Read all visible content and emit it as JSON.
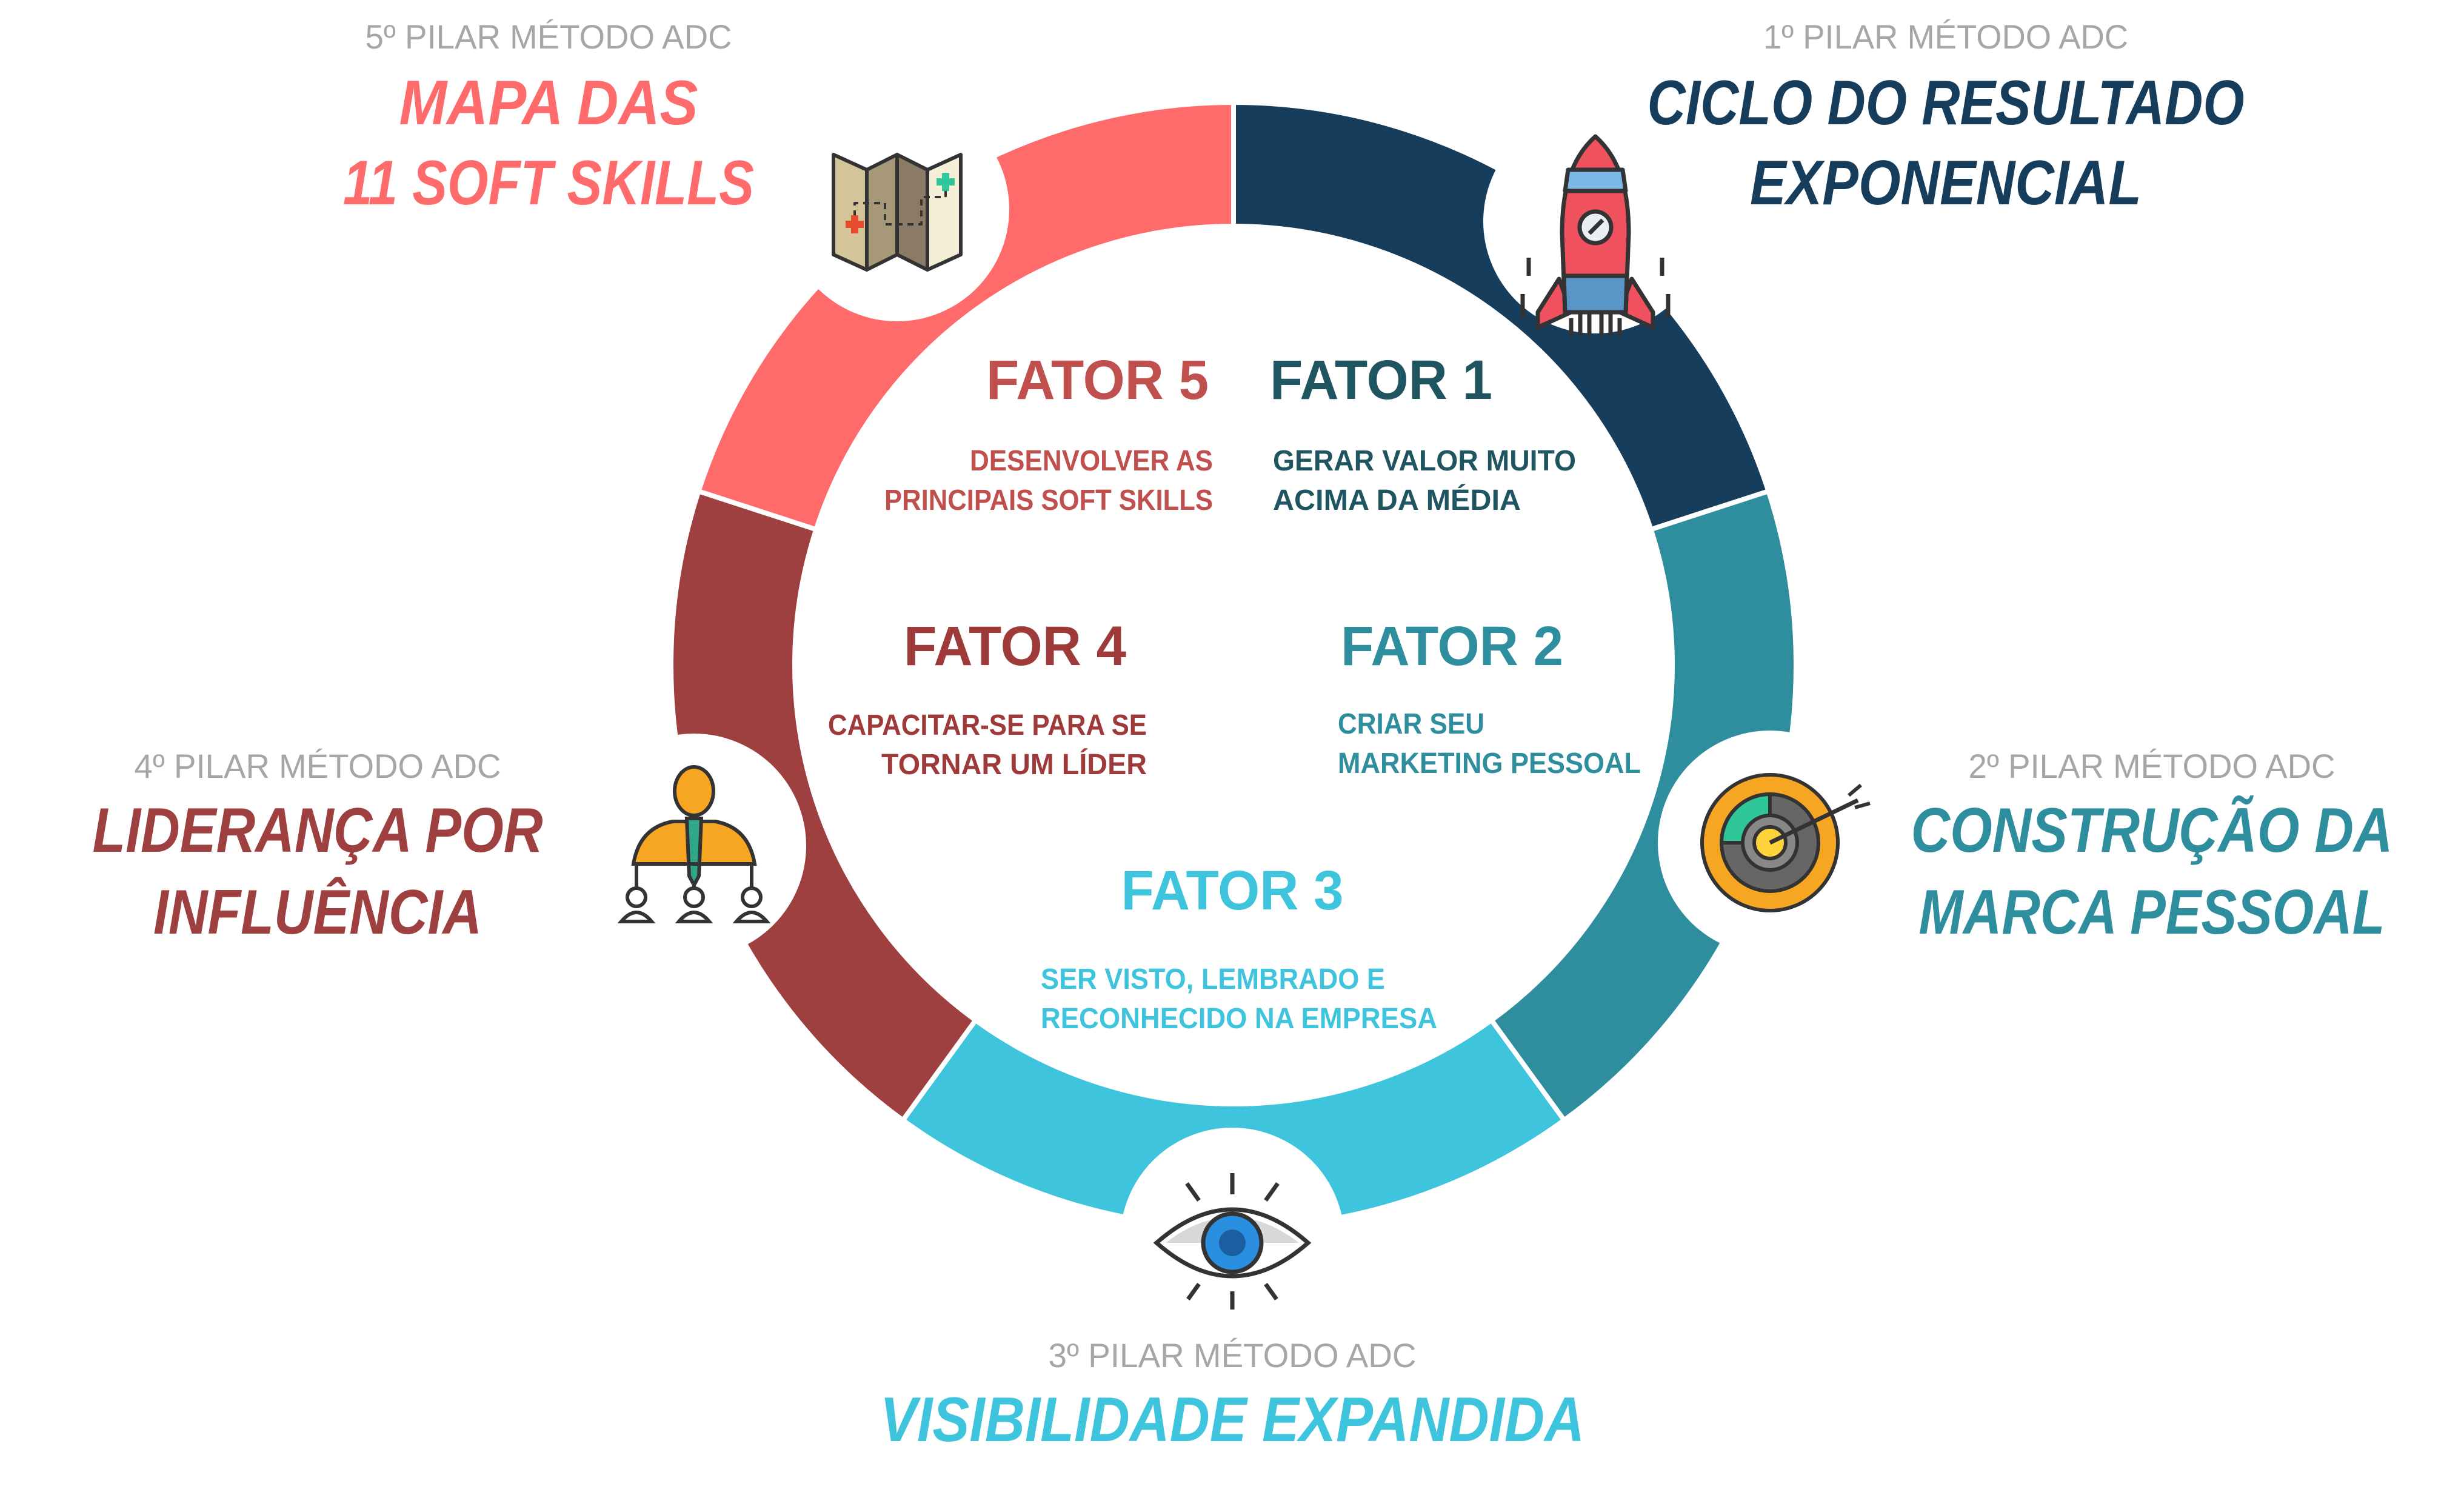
{
  "colors": {
    "pilar1": "#173d5c",
    "pilar2": "#2e8e9e",
    "pilar3": "#3ec4dc",
    "pilar4": "#9e4040",
    "pilar5": "#ff6b6b",
    "label_gray": "#a6a6a6"
  },
  "pillars": [
    {
      "label": "1º PILAR MÉTODO ADC",
      "title_lines": [
        "CICLO DO RESULTADO",
        "EXPONENCIAL"
      ],
      "icon": "rocket-icon"
    },
    {
      "label": "2º PILAR MÉTODO ADC",
      "title_lines": [
        "CONSTRUÇÃO DA",
        "MARCA PESSOAL"
      ],
      "icon": "target-icon"
    },
    {
      "label": "3º PILAR MÉTODO ADC",
      "title_lines": [
        "VISIBILIDADE EXPANDIDA"
      ],
      "icon": "eye-icon"
    },
    {
      "label": "4º PILAR MÉTODO ADC",
      "title_lines": [
        "LIDERANÇA POR",
        "INFLUÊNCIA"
      ],
      "icon": "leader-icon"
    },
    {
      "label": "5º PILAR MÉTODO ADC",
      "title_lines": [
        "MAPA DAS",
        "11 SOFT SKILLS"
      ],
      "icon": "map-icon"
    }
  ],
  "factors": [
    {
      "title": "FATOR 1",
      "desc_lines": [
        "GERAR VALOR MUITO",
        "ACIMA DA MÉDIA"
      ]
    },
    {
      "title": "FATOR 2",
      "desc_lines": [
        "CRIAR SEU",
        "MARKETING PESSOAL"
      ]
    },
    {
      "title": "FATOR 3",
      "desc_lines": [
        "SER VISTO, LEMBRADO E",
        "RECONHECIDO NA EMPRESA"
      ]
    },
    {
      "title": "FATOR 4",
      "desc_lines": [
        "CAPACITAR-SE PARA SE",
        "TORNAR UM LÍDER"
      ]
    },
    {
      "title": "FATOR 5",
      "desc_lines": [
        "DESENVOLVER AS",
        "PRINCIPAIS SOFT SKILLS"
      ]
    }
  ]
}
